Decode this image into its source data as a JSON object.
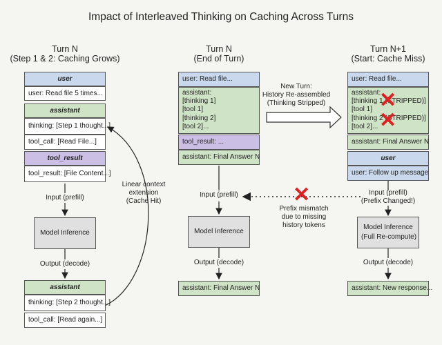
{
  "title": "Impact of Interleaved Thinking on Caching Across Turns",
  "col1": {
    "heading_line1": "Turn N",
    "heading_line2": "(Step 1 & 2: Caching Grows)",
    "user_hdr": "user",
    "user_msg": "user: Read file 5 times...",
    "assistant_hdr": "assistant",
    "thinking1": "thinking: [Step 1 thought...]",
    "tool_call1": "tool_call: [Read File...]",
    "tool_result_hdr": "tool_result",
    "tool_result": "tool_result: [File Content...]",
    "input_label": "Input (prefill)",
    "model": "Model Inference",
    "output_label": "Output (decode)",
    "assistant_hdr2": "assistant",
    "thinking2": "thinking: [Step 2 thought...]",
    "tool_call2": "tool_call: [Read again...]",
    "cache_note": [
      "Linear context",
      "extension",
      "(Cache Hit)"
    ]
  },
  "col2": {
    "heading_line1": "Turn N",
    "heading_line2": "(End of Turn)",
    "user_msg": "user: Read file...",
    "assistant_lines": [
      "assistant:",
      "[thinking 1]",
      "[tool 1]",
      "[thinking 2]",
      "[tool 2]..."
    ],
    "tool_result": "tool_result: ...",
    "final": "assistant: Final Answer N",
    "input_label": "Input (prefill)",
    "model": "Model Inference",
    "output_label": "Output (decode)",
    "output_box": "assistant: Final Answer N"
  },
  "middle_note": [
    "New Turn:",
    "History Re-assembled",
    "(Thinking Stripped)"
  ],
  "mismatch_note": [
    "Prefix mismatch",
    "due to missing",
    "history tokens"
  ],
  "col3": {
    "heading_line1": "Turn N+1",
    "heading_line2": "(Start: Cache Miss)",
    "user_msg": "user: Read file...",
    "assistant_lines": [
      "assistant:",
      "[thinking 1 (STRIPPED)]",
      "[tool 1]",
      "[thinking 2 (STRIPPED)]",
      "[tool 2]..."
    ],
    "final": "assistant: Final Answer N",
    "user_hdr": "user",
    "followup": "user: Follow up message",
    "input_label_line1": "Input (prefill)",
    "input_label_line2": "(Prefix Changed!)",
    "model_line1": "Model Inference",
    "model_line2": "(Full Re-compute)",
    "output_label": "Output (decode)",
    "output_box": "assistant: New response..."
  },
  "colors": {
    "user": "#c9d8ec",
    "assistant": "#cfe3c6",
    "tool_result": "#cbbfe6",
    "model": "#e0e0e0",
    "cross": "#e02020"
  }
}
